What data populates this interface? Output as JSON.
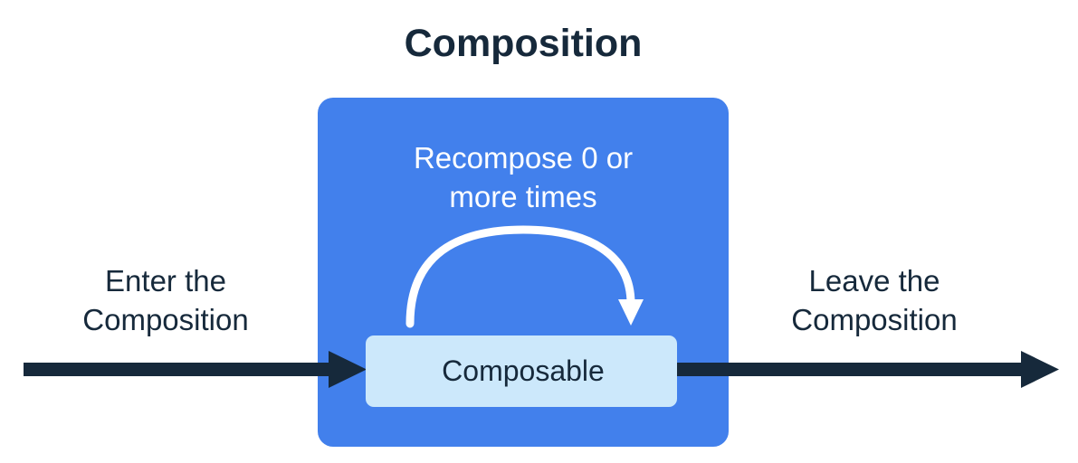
{
  "diagram": {
    "title": "Composition",
    "outer_box": {
      "name": "composition-scope",
      "fill": "#4280EC"
    },
    "inner_box": {
      "label": "Composable",
      "fill": "#CCE8FB"
    },
    "recompose_note": {
      "line1": "Recompose 0 or",
      "line2": "more times"
    },
    "enter_label": {
      "line1": "Enter the",
      "line2": "Composition"
    },
    "leave_label": {
      "line1": "Leave the",
      "line2": "Composition"
    },
    "colors": {
      "background": "#ffffff",
      "accent_blue": "#4280EC",
      "light_blue": "#CCE8FB",
      "ink": "#16293B",
      "white": "#FFFFFF"
    },
    "icons": {
      "enter_arrow": "arrow-right-icon",
      "leave_arrow": "arrow-right-icon",
      "recompose_arrow": "curved-loop-arrow-icon"
    }
  }
}
